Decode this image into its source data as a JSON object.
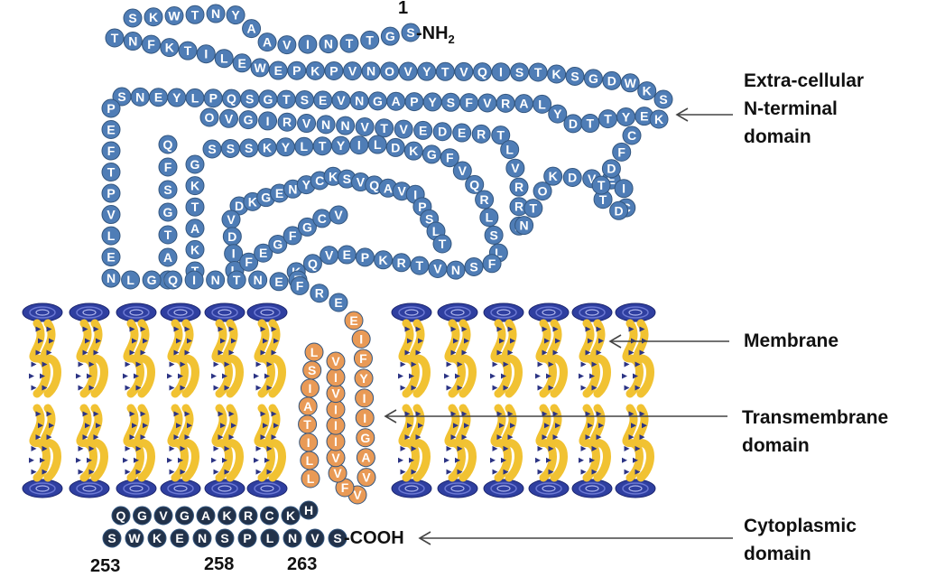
{
  "sequence": {
    "extracellular_rows": [
      "SKWTNYAAVINTTGS",
      "TNFKTILEWEPKPVNOVYTVQISTKSGDWKS",
      "SNEYLPQSGTSEVNGAPYSFVRALYDTTYEK",
      "OVGIRVNNVTVEDERTLVRRNNTOKDVEICDTTDFC",
      "QFSGTAQ",
      "GKTAKT",
      "SSSKYLTYILDKGFVQRLSLFSNVTRKPEVQKE",
      "DKGENYCKSVQAVIPSLT",
      "VDILFEGFGCV",
      "PEFTPVLENLGQINTNEFRE"
    ],
    "transmembrane_down": "EIFYIIGAVV",
    "transmembrane_up": "FVVIIIVIV",
    "transmembrane_left": "LSIATILL",
    "transmembrane_end": "H",
    "cytoplasmic_top": "QGVGAKRCK",
    "cytoplasmic_bottom": "SWKENSPLNVS"
  },
  "labels": {
    "start_number": "1",
    "n_terminus": "-NH",
    "n_terminus_sub": "2",
    "c_terminus": "-COOH",
    "numbers": [
      "253",
      "258",
      "263"
    ],
    "extracellular": [
      "Extra-cellular",
      "N-terminal",
      "domain"
    ],
    "membrane": "Membrane",
    "transmembrane": [
      "Transmembrane",
      "domain"
    ],
    "cytoplasmic": [
      "Cytoplasmic",
      "domain"
    ]
  },
  "colors": {
    "extracellular_residue": "#4f7db6",
    "extracellular_stroke": "#33567f",
    "transmembrane_residue": "#e99a56",
    "cytoplasmic_residue": "#22324a",
    "residue_text": "#ffffff",
    "lipid_head": "#2f3fa0",
    "lipid_head_light": "#6c79d4",
    "lipid_tail": "#f1c232",
    "lipid_tail_dark": "#2c3484",
    "arrow": "#444444"
  }
}
